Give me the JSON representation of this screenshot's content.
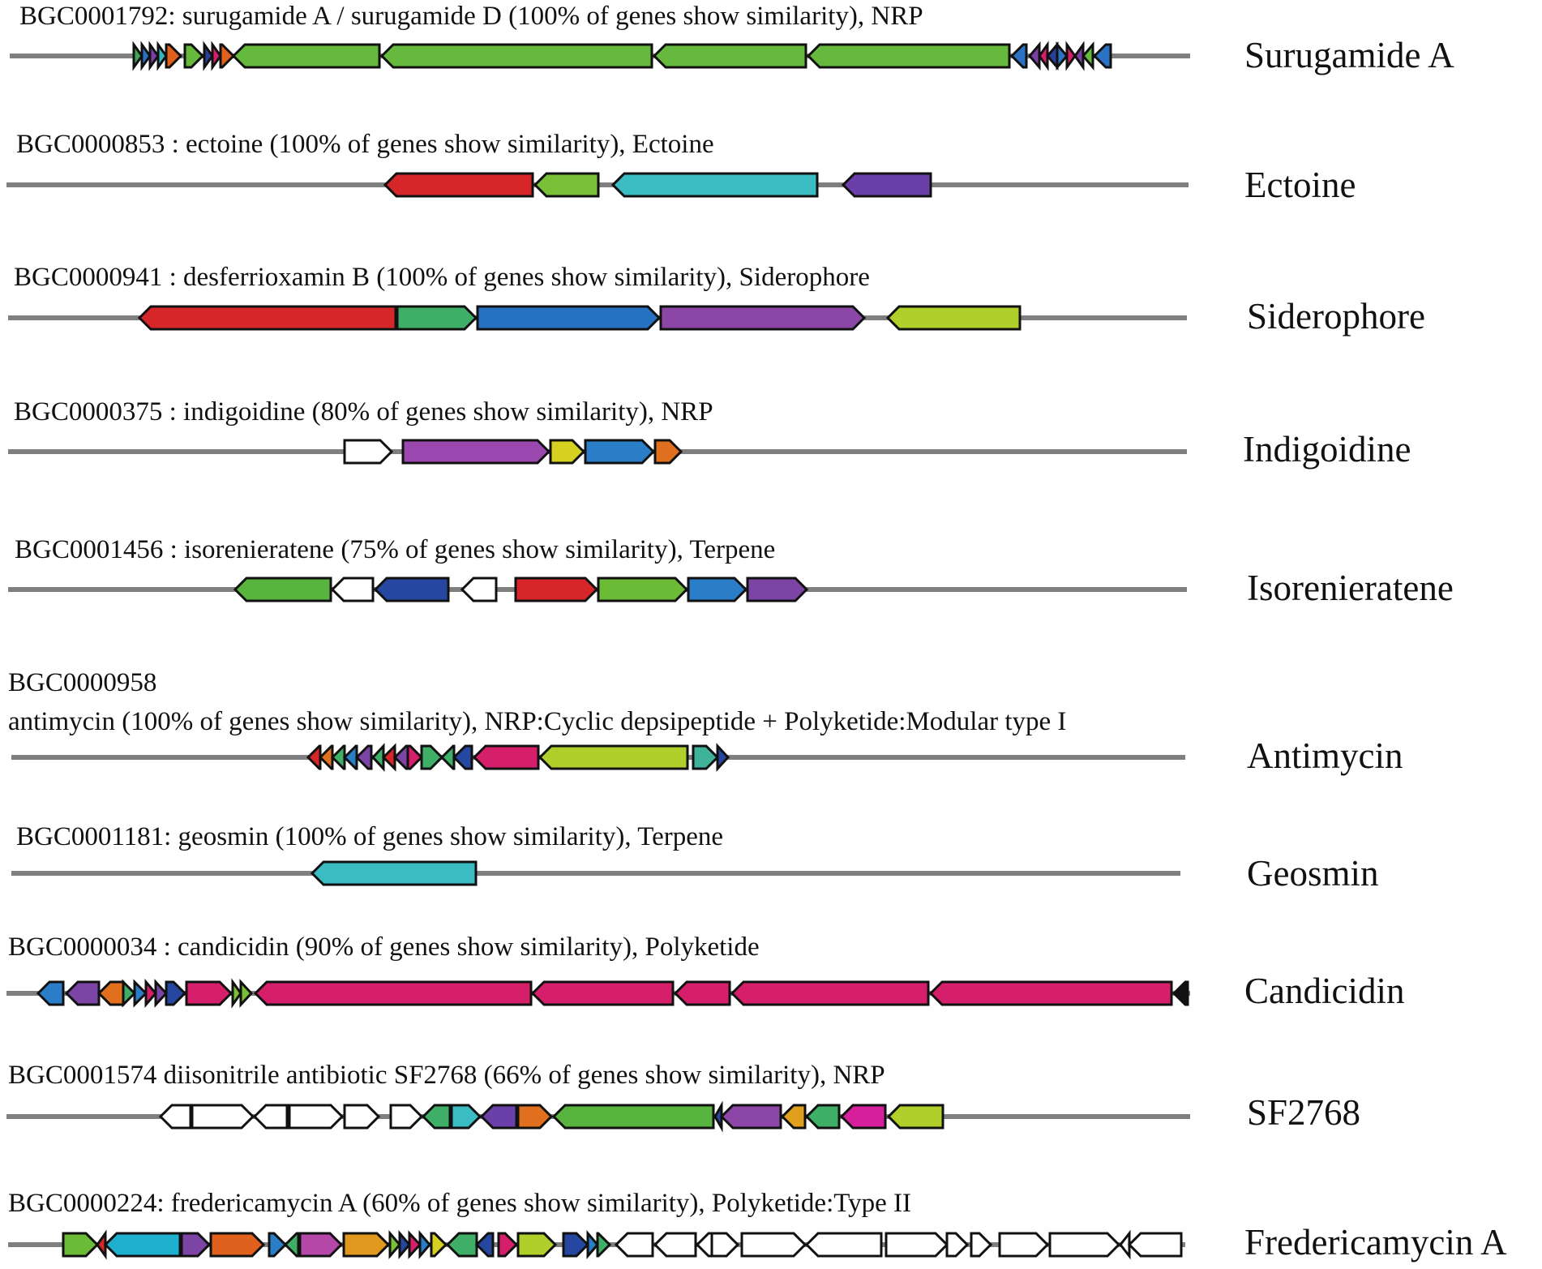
{
  "clusters": [
    {
      "id": "BGC0001792",
      "header_lines": [
        "BGC0001792: surugamide A / surugamide D (100% of genes show similarity), NRP"
      ],
      "name": "Surugamide A",
      "genes": [
        {
          "s": 165,
          "e": 175,
          "d": 1,
          "c": "#43a35a"
        },
        {
          "s": 175,
          "e": 185,
          "d": 1,
          "c": "#2b72c4"
        },
        {
          "s": 185,
          "e": 195,
          "d": 1,
          "c": "#7a40a5"
        },
        {
          "s": 195,
          "e": 205,
          "d": 1,
          "c": "#33b9bb"
        },
        {
          "s": 205,
          "e": 223,
          "d": 1,
          "c": "#e0611d"
        },
        {
          "s": 228,
          "e": 250,
          "d": 1,
          "c": "#65b93c"
        },
        {
          "s": 252,
          "e": 262,
          "d": 1,
          "c": "#2a3f9a"
        },
        {
          "s": 262,
          "e": 272,
          "d": 1,
          "c": "#d61f6b"
        },
        {
          "s": 272,
          "e": 288,
          "d": 1,
          "c": "#e0611d"
        },
        {
          "s": 288,
          "e": 468,
          "d": -1,
          "c": "#65b93c"
        },
        {
          "s": 471,
          "e": 804,
          "d": -1,
          "c": "#65b93c"
        },
        {
          "s": 807,
          "e": 994,
          "d": -1,
          "c": "#65b93c"
        },
        {
          "s": 997,
          "e": 1245,
          "d": -1,
          "c": "#65b93c"
        },
        {
          "s": 1248,
          "e": 1266,
          "d": -1,
          "c": "#2b72c4"
        },
        {
          "s": 1270,
          "e": 1282,
          "d": -1,
          "c": "#7a40a5"
        },
        {
          "s": 1282,
          "e": 1292,
          "d": -1,
          "c": "#d61f6b"
        },
        {
          "s": 1292,
          "e": 1304,
          "d": -1,
          "c": "#2a3f9a"
        },
        {
          "s": 1304,
          "e": 1316,
          "d": 1,
          "c": "#2b72c4"
        },
        {
          "s": 1316,
          "e": 1326,
          "d": 1,
          "c": "#d61f6b"
        },
        {
          "s": 1326,
          "e": 1336,
          "d": -1,
          "c": "#7a40a5"
        },
        {
          "s": 1336,
          "e": 1348,
          "d": -1,
          "c": "#65b93c"
        },
        {
          "s": 1350,
          "e": 1370,
          "d": -1,
          "c": "#2b72c4"
        }
      ]
    },
    {
      "id": "BGC0000853",
      "header_lines": [
        "BGC0000853 : ectoine (100% of genes show similarity), Ectoine"
      ],
      "name": "Ectoine",
      "genes": [
        {
          "s": 475,
          "e": 657,
          "d": -1,
          "c": "#d7262a"
        },
        {
          "s": 660,
          "e": 738,
          "d": -1,
          "c": "#79bf38"
        },
        {
          "s": 756,
          "e": 1008,
          "d": -1,
          "c": "#3bbcc3"
        },
        {
          "s": 1040,
          "e": 1148,
          "d": -1,
          "c": "#6a3fa8"
        }
      ]
    },
    {
      "id": "BGC0000941",
      "header_lines": [
        "BGC0000941 : desferrioxamin B (100% of genes show similarity), Siderophore"
      ],
      "name": "Siderophore",
      "genes": [
        {
          "s": 172,
          "e": 488,
          "d": -1,
          "c": "#d7262a"
        },
        {
          "s": 490,
          "e": 587,
          "d": 1,
          "c": "#3fae66"
        },
        {
          "s": 589,
          "e": 813,
          "d": 1,
          "c": "#2672c2"
        },
        {
          "s": 815,
          "e": 1066,
          "d": 1,
          "c": "#8b46a8"
        },
        {
          "s": 1095,
          "e": 1258,
          "d": -1,
          "c": "#b1cf2a"
        }
      ]
    },
    {
      "id": "BGC0000375",
      "header_lines": [
        "BGC0000375 : indigoidine (80% of genes show similarity), NRP"
      ],
      "name": "Indigoidine",
      "genes": [
        {
          "s": 425,
          "e": 483,
          "d": 1,
          "c": "#ffffff"
        },
        {
          "s": 497,
          "e": 677,
          "d": 1,
          "c": "#9a47b0"
        },
        {
          "s": 679,
          "e": 720,
          "d": 1,
          "c": "#d6d121"
        },
        {
          "s": 722,
          "e": 806,
          "d": 1,
          "c": "#2a7dc7"
        },
        {
          "s": 808,
          "e": 840,
          "d": 1,
          "c": "#e0701e"
        }
      ]
    },
    {
      "id": "BGC0001456",
      "header_lines": [
        "BGC0001456 : isorenieratene (75% of genes show similarity), Terpene"
      ],
      "name": "Isorenieratene",
      "genes": [
        {
          "s": 290,
          "e": 408,
          "d": -1,
          "c": "#58b43e"
        },
        {
          "s": 410,
          "e": 460,
          "d": -1,
          "c": "#ffffff"
        },
        {
          "s": 463,
          "e": 553,
          "d": -1,
          "c": "#2547a0"
        },
        {
          "s": 570,
          "e": 612,
          "d": -1,
          "c": "#ffffff"
        },
        {
          "s": 636,
          "e": 736,
          "d": 1,
          "c": "#d7262a"
        },
        {
          "s": 738,
          "e": 847,
          "d": 1,
          "c": "#6bbb36"
        },
        {
          "s": 849,
          "e": 920,
          "d": 1,
          "c": "#2a7dc7"
        },
        {
          "s": 922,
          "e": 995,
          "d": 1,
          "c": "#7b44a5"
        }
      ]
    },
    {
      "id": "BGC0000958",
      "header_lines": [
        "BGC0000958",
        "antimycin (100% of genes show similarity), NRP:Cyclic depsipeptide + Polyketide:Modular type I"
      ],
      "name": "Antimycin",
      "genes": [
        {
          "s": 380,
          "e": 395,
          "d": -1,
          "c": "#d7262a"
        },
        {
          "s": 395,
          "e": 410,
          "d": -1,
          "c": "#e0701e"
        },
        {
          "s": 410,
          "e": 425,
          "d": -1,
          "c": "#3fae66"
        },
        {
          "s": 425,
          "e": 440,
          "d": -1,
          "c": "#2a7dc7"
        },
        {
          "s": 440,
          "e": 458,
          "d": -1,
          "c": "#7b44a5"
        },
        {
          "s": 460,
          "e": 473,
          "d": -1,
          "c": "#3fae66"
        },
        {
          "s": 473,
          "e": 487,
          "d": -1,
          "c": "#d7262a"
        },
        {
          "s": 487,
          "e": 503,
          "d": -1,
          "c": "#7b44a5"
        },
        {
          "s": 503,
          "e": 520,
          "d": 1,
          "c": "#d61f6b"
        },
        {
          "s": 520,
          "e": 545,
          "d": 1,
          "c": "#3fae66"
        },
        {
          "s": 545,
          "e": 560,
          "d": -1,
          "c": "#3fae66"
        },
        {
          "s": 560,
          "e": 582,
          "d": -1,
          "c": "#2547a0"
        },
        {
          "s": 585,
          "e": 664,
          "d": -1,
          "c": "#d61f6b"
        },
        {
          "s": 666,
          "e": 848,
          "d": -1,
          "c": "#b1cf2a"
        },
        {
          "s": 855,
          "e": 885,
          "d": 1,
          "c": "#3fb39a"
        },
        {
          "s": 885,
          "e": 898,
          "d": 1,
          "c": "#2547a0"
        }
      ]
    },
    {
      "id": "BGC0001181",
      "header_lines": [
        "BGC0001181:  geosmin (100% of genes show similarity), Terpene"
      ],
      "name": "Geosmin",
      "genes": [
        {
          "s": 385,
          "e": 587,
          "d": -1,
          "c": "#3bbcc3"
        }
      ]
    },
    {
      "id": "BGC0000034",
      "header_lines": [
        "BGC0000034 : candicidin (90% of genes show similarity), Polyketide"
      ],
      "name": "Candicidin",
      "genes": [
        {
          "s": 47,
          "e": 78,
          "d": -1,
          "c": "#2a7dc7"
        },
        {
          "s": 82,
          "e": 122,
          "d": -1,
          "c": "#7b44a5"
        },
        {
          "s": 122,
          "e": 152,
          "d": -1,
          "c": "#e0701e"
        },
        {
          "s": 152,
          "e": 166,
          "d": 1,
          "c": "#3fae66"
        },
        {
          "s": 166,
          "e": 180,
          "d": 1,
          "c": "#2a7dc7"
        },
        {
          "s": 180,
          "e": 192,
          "d": 1,
          "c": "#d61f6b"
        },
        {
          "s": 192,
          "e": 205,
          "d": 1,
          "c": "#7b44a5"
        },
        {
          "s": 205,
          "e": 228,
          "d": 1,
          "c": "#2547a0"
        },
        {
          "s": 230,
          "e": 285,
          "d": 1,
          "c": "#d61f6b"
        },
        {
          "s": 287,
          "e": 297,
          "d": 1,
          "c": "#79bf38"
        },
        {
          "s": 297,
          "e": 310,
          "d": 1,
          "c": "#79bf38"
        },
        {
          "s": 315,
          "e": 655,
          "d": -1,
          "c": "#d61f6b"
        },
        {
          "s": 657,
          "e": 830,
          "d": -1,
          "c": "#d61f6b"
        },
        {
          "s": 833,
          "e": 900,
          "d": -1,
          "c": "#d61f6b"
        },
        {
          "s": 903,
          "e": 1145,
          "d": -1,
          "c": "#d61f6b"
        },
        {
          "s": 1148,
          "e": 1445,
          "d": -1,
          "c": "#d61f6b"
        },
        {
          "s": 1448,
          "e": 1465,
          "d": -1,
          "c": "#111111"
        }
      ]
    },
    {
      "id": "BGC0001574",
      "header_lines": [
        "BGC0001574 diisonitrile antibiotic SF2768 (66% of genes show similarity), NRP"
      ],
      "name": "SF2768",
      "genes": [
        {
          "s": 198,
          "e": 235,
          "d": -1,
          "c": "#ffffff"
        },
        {
          "s": 237,
          "e": 312,
          "d": 1,
          "c": "#ffffff"
        },
        {
          "s": 314,
          "e": 354,
          "d": -1,
          "c": "#ffffff"
        },
        {
          "s": 357,
          "e": 422,
          "d": 1,
          "c": "#ffffff"
        },
        {
          "s": 425,
          "e": 467,
          "d": 1,
          "c": "#ffffff"
        },
        {
          "s": 482,
          "e": 520,
          "d": 1,
          "c": "#ffffff"
        },
        {
          "s": 522,
          "e": 555,
          "d": -1,
          "c": "#3fae66"
        },
        {
          "s": 557,
          "e": 592,
          "d": 1,
          "c": "#3bbcc3"
        },
        {
          "s": 594,
          "e": 637,
          "d": -1,
          "c": "#6a3fa8"
        },
        {
          "s": 639,
          "e": 680,
          "d": 1,
          "c": "#e0701e"
        },
        {
          "s": 683,
          "e": 880,
          "d": -1,
          "c": "#58b43e"
        },
        {
          "s": 882,
          "e": 890,
          "d": -1,
          "c": "#2547a0"
        },
        {
          "s": 890,
          "e": 963,
          "d": -1,
          "c": "#8b46a8"
        },
        {
          "s": 965,
          "e": 993,
          "d": -1,
          "c": "#e0a01e"
        },
        {
          "s": 995,
          "e": 1035,
          "d": -1,
          "c": "#3fae66"
        },
        {
          "s": 1038,
          "e": 1092,
          "d": -1,
          "c": "#d61f9b"
        },
        {
          "s": 1096,
          "e": 1163,
          "d": -1,
          "c": "#b1cf2a"
        }
      ]
    },
    {
      "id": "BGC0000224",
      "header_lines": [
        "BGC0000224: fredericamycin A (60% of genes show similarity), Polyketide:Type II"
      ],
      "name": "Fredericamycin A",
      "genes": [
        {
          "s": 78,
          "e": 120,
          "d": 1,
          "c": "#6bbb36"
        },
        {
          "s": 120,
          "e": 130,
          "d": -1,
          "c": "#d7262a"
        },
        {
          "s": 130,
          "e": 222,
          "d": -1,
          "c": "#1fb0cf"
        },
        {
          "s": 224,
          "e": 258,
          "d": 1,
          "c": "#7b44a5"
        },
        {
          "s": 260,
          "e": 325,
          "d": 1,
          "c": "#e0611d"
        },
        {
          "s": 332,
          "e": 352,
          "d": 1,
          "c": "#2a7dc7"
        },
        {
          "s": 352,
          "e": 368,
          "d": -1,
          "c": "#3fae66"
        },
        {
          "s": 370,
          "e": 421,
          "d": 1,
          "c": "#b447a8"
        },
        {
          "s": 424,
          "e": 479,
          "d": 1,
          "c": "#e0981e"
        },
        {
          "s": 481,
          "e": 493,
          "d": 1,
          "c": "#79bf38"
        },
        {
          "s": 493,
          "e": 505,
          "d": 1,
          "c": "#2547a0"
        },
        {
          "s": 505,
          "e": 518,
          "d": 1,
          "c": "#d61f6b"
        },
        {
          "s": 518,
          "e": 530,
          "d": 1,
          "c": "#2a7dc7"
        },
        {
          "s": 532,
          "e": 550,
          "d": 1,
          "c": "#d6d121"
        },
        {
          "s": 552,
          "e": 588,
          "d": -1,
          "c": "#3fae66"
        },
        {
          "s": 588,
          "e": 608,
          "d": -1,
          "c": "#2547a0"
        },
        {
          "s": 615,
          "e": 637,
          "d": 1,
          "c": "#d61f6b"
        },
        {
          "s": 639,
          "e": 685,
          "d": 1,
          "c": "#b1cf2a"
        },
        {
          "s": 695,
          "e": 725,
          "d": 1,
          "c": "#2547a0"
        },
        {
          "s": 725,
          "e": 737,
          "d": 1,
          "c": "#2a7dc7"
        },
        {
          "s": 737,
          "e": 752,
          "d": 1,
          "c": "#3fae66"
        },
        {
          "s": 760,
          "e": 805,
          "d": -1,
          "c": "#ffffff"
        },
        {
          "s": 808,
          "e": 858,
          "d": -1,
          "c": "#ffffff"
        },
        {
          "s": 860,
          "e": 878,
          "d": -1,
          "c": "#ffffff"
        },
        {
          "s": 878,
          "e": 910,
          "d": 1,
          "c": "#ffffff"
        },
        {
          "s": 915,
          "e": 993,
          "d": 1,
          "c": "#ffffff"
        },
        {
          "s": 995,
          "e": 1087,
          "d": -1,
          "c": "#ffffff"
        },
        {
          "s": 1093,
          "e": 1168,
          "d": 1,
          "c": "#ffffff"
        },
        {
          "s": 1168,
          "e": 1193,
          "d": 1,
          "c": "#ffffff"
        },
        {
          "s": 1198,
          "e": 1222,
          "d": 1,
          "c": "#ffffff"
        },
        {
          "s": 1233,
          "e": 1292,
          "d": 1,
          "c": "#ffffff"
        },
        {
          "s": 1295,
          "e": 1380,
          "d": 1,
          "c": "#ffffff"
        },
        {
          "s": 1382,
          "e": 1393,
          "d": -1,
          "c": "#ffffff"
        },
        {
          "s": 1393,
          "e": 1457,
          "d": -1,
          "c": "#ffffff"
        }
      ]
    }
  ],
  "colors": {
    "backbone": "#7f7f7f",
    "outline": "#111111"
  }
}
